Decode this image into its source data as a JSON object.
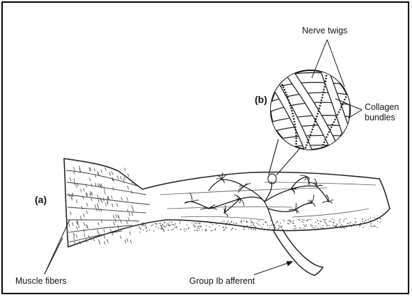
{
  "labels": {
    "nerve_twigs": "Nerve twigs",
    "b": "(b)",
    "collagen": "Collagen",
    "bundles": "bundles",
    "a": "(a)",
    "muscle_fibers": "Muscle fibers",
    "group_ib_afferent": "Group Ib afferent"
  }
}
